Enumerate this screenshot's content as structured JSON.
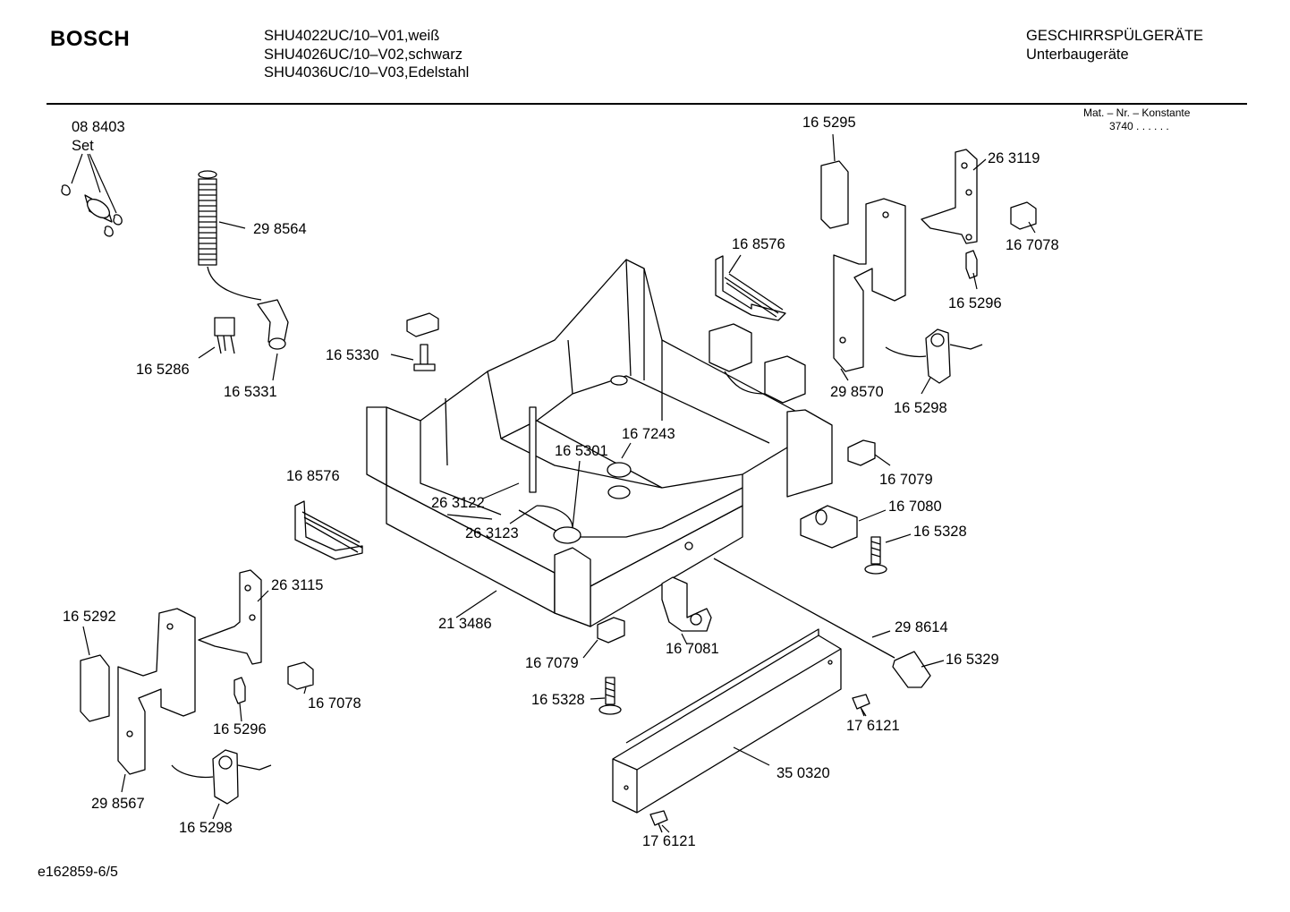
{
  "header": {
    "brand": "BOSCH",
    "models": [
      "SHU4022UC/10–V01,weiß",
      "SHU4026UC/10–V02,schwarz",
      "SHU4036UC/10–V03,Edelstahl"
    ],
    "category": "GESCHIRRSPÜLGERÄTE",
    "subcategory": "Unterbaugeräte",
    "matnr_label": "Mat. – Nr. – Konstante",
    "matnr_value": "3740 . . . . . ."
  },
  "footer": {
    "drawing_id": "e162859-6/5"
  },
  "parts": [
    {
      "id": "p01",
      "number": "08 8403"
    },
    {
      "id": "p02",
      "number": "Set"
    },
    {
      "id": "p03",
      "number": "29 8564"
    },
    {
      "id": "p04",
      "number": "16 5286"
    },
    {
      "id": "p05",
      "number": "16 5331"
    },
    {
      "id": "p06",
      "number": "16 5330"
    },
    {
      "id": "p07",
      "number": "16 8576"
    },
    {
      "id": "p08",
      "number": "16 5295"
    },
    {
      "id": "p09",
      "number": "26 3119"
    },
    {
      "id": "p10",
      "number": "16 7078"
    },
    {
      "id": "p11",
      "number": "16 5296"
    },
    {
      "id": "p12",
      "number": "29 8570"
    },
    {
      "id": "p13",
      "number": "16 5298"
    },
    {
      "id": "p14",
      "number": "16 7243"
    },
    {
      "id": "p15",
      "number": "16 5301"
    },
    {
      "id": "p16",
      "number": "16 8576"
    },
    {
      "id": "p17",
      "number": "26 3122"
    },
    {
      "id": "p18",
      "number": "26 3123"
    },
    {
      "id": "p19",
      "number": "16 7079"
    },
    {
      "id": "p20",
      "number": "16 7080"
    },
    {
      "id": "p21",
      "number": "16 5328"
    },
    {
      "id": "p22",
      "number": "26 3115"
    },
    {
      "id": "p23",
      "number": "16 5292"
    },
    {
      "id": "p24",
      "number": "21 3486"
    },
    {
      "id": "p25",
      "number": "29 8614"
    },
    {
      "id": "p26",
      "number": "16 5329"
    },
    {
      "id": "p27",
      "number": "16 7079"
    },
    {
      "id": "p28",
      "number": "16 7081"
    },
    {
      "id": "p29",
      "number": "16 7078"
    },
    {
      "id": "p30",
      "number": "16 5296"
    },
    {
      "id": "p31",
      "number": "16 5328"
    },
    {
      "id": "p32",
      "number": "17 6121"
    },
    {
      "id": "p33",
      "number": "35 0320"
    },
    {
      "id": "p34",
      "number": "29 8567"
    },
    {
      "id": "p35",
      "number": "16 5298"
    },
    {
      "id": "p36",
      "number": "17 6121"
    }
  ]
}
